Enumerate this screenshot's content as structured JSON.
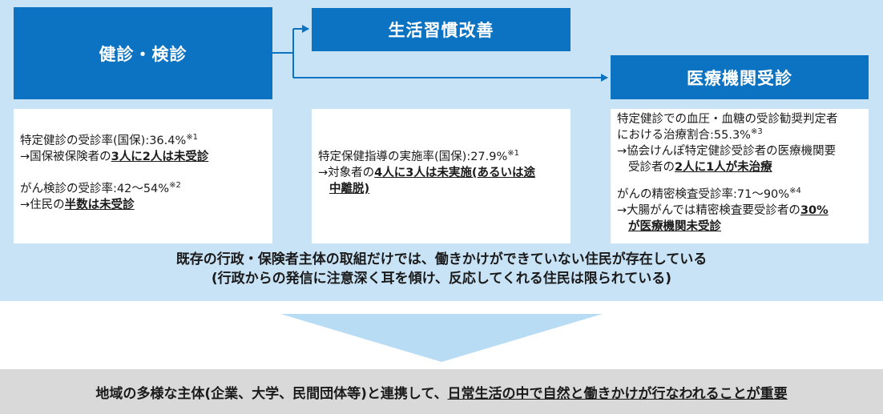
{
  "boxes": {
    "kenshin": "健診・検診",
    "seikatsu": "生活習慣改善",
    "iryo": "医療機関受診"
  },
  "card1": {
    "item1_line1_text": "特定健診の受診率(国保):36.4%",
    "item1_line1_note": "※1",
    "item1_line2_prefix": "→国保被保険者の",
    "item1_line2_emph": "3人に2人は未受診",
    "item2_line1_text": "がん検診の受診率:42～54%",
    "item2_line1_note": "※2",
    "item2_line2_prefix": "→住民の",
    "item2_line2_emph": "半数は未受診"
  },
  "card2": {
    "line1_text": "特定保健指導の実施率(国保):27.9%",
    "line1_note": "※1",
    "line2_prefix": "→対象者の",
    "line2_emph": "4人に3人は未実施(あるいは途",
    "line3_emph": "中離脱)"
  },
  "card3": {
    "item1_line1": "特定健診での血圧・血糖の受診勧奨判定者",
    "item1_line2_text": "における治療割合:55.3%",
    "item1_line2_note": "※3",
    "item1_line3": "→協会けんぽ特定健診受診者の医療機関要",
    "item1_line4_prefix": "受診者の",
    "item1_line4_emph": "2人に1人が未治療",
    "item2_line1_text": "がんの精密検査受診率:71～90%",
    "item2_line1_note": "※4",
    "item2_line2_prefix": "→大腸がんでは精密検査要受診者の",
    "item2_line2_emph": "30%",
    "item2_line3_emph": "が医療機関未受診"
  },
  "summary": {
    "line1": "既存の行政・保険者主体の取組だけでは、働きかけができていない住民が存在している",
    "line2": "(行政からの発信に注意深く耳を傾け、反応してくれる住民は限られている)"
  },
  "conclusion": {
    "prefix": "地域の多様な主体(企業、大学、民間団体等)と連携して、",
    "emph": "日常生活の中で自然と働きかけが行なわれることが重要"
  },
  "colors": {
    "panel": "#c9e3f6",
    "box": "#0b73c2",
    "arrow": "#b9dcf5",
    "band": "#d9d9d9"
  }
}
